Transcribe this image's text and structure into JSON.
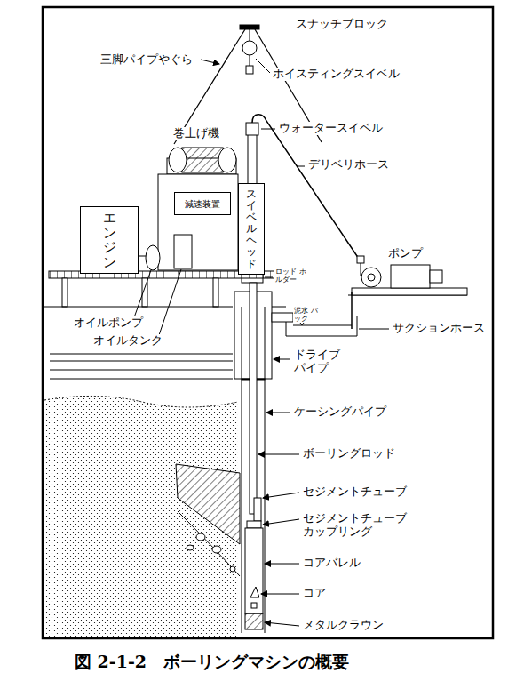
{
  "diagram": {
    "caption": "図 2-1-2　ボーリングマシンの概要",
    "nodes": [
      {
        "text": [
          "エンジン"
        ]
      },
      {
        "text": [
          "減速装置"
        ]
      },
      {
        "text": [
          "スイベルヘッド"
        ]
      }
    ],
    "labels": [
      "スナッチブロック",
      "三脚パイプやぐら",
      "ホイスティングスイベル",
      "ウォータースイベル",
      "巻上げ機",
      "デリベリホース",
      "ロッド ホルダー",
      "ポンプ",
      "泥水 バック",
      "サクションホース",
      "オイルポンプ",
      "オイルタンク",
      "ドライブ パイプ",
      "ケーシングパイプ",
      "ボーリングロッド",
      "セジメントチューブ",
      "セジメントチューブ カップリング",
      "コアバレル",
      "コア",
      "メタルクラウン"
    ]
  }
}
